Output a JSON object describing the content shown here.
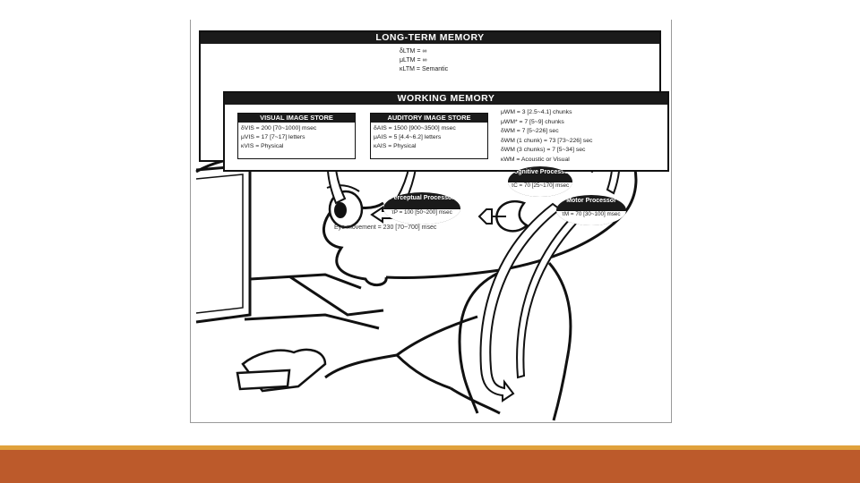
{
  "ltm": {
    "title": "LONG-TERM MEMORY",
    "params": [
      "δLTM = ∞",
      "μLTM = ∞",
      "κLTM = Semantic"
    ]
  },
  "wm": {
    "title": "WORKING MEMORY",
    "visual_store": {
      "title": "VISUAL IMAGE STORE",
      "lines": [
        "δVIS = 200 [70~1000] msec",
        "μVIS = 17 [7~17] letters",
        "κVIS = Physical"
      ]
    },
    "auditory_store": {
      "title": "AUDITORY IMAGE STORE",
      "lines": [
        "δAIS = 1500 [900~3500] msec",
        "μAIS = 5 [4.4~6.2] letters",
        "κAIS = Physical"
      ]
    },
    "params": [
      "μWM = 3 [2.5~4.1] chunks",
      "μWM* = 7 [5~9] chunks",
      "δWM = 7 [5~226] sec",
      "δWM (1 chunk) = 73 [73~226] sec",
      "δWM (3 chunks) = 7 [5~34] sec",
      "κWM = Acoustic or Visual"
    ]
  },
  "processors": {
    "perceptual": {
      "title": "Perceptual Processor",
      "lower": "τP = 100 [50~200] msec"
    },
    "cognitive": {
      "title": "Cognitive Processor",
      "lower": "τC = 70 [25~170] msec"
    },
    "motor": {
      "title": "Motor Processor",
      "lower": "τM = 70 [30~100] msec"
    }
  },
  "eye_movement": "Eye movement = 230 [70~700] msec",
  "colors": {
    "footer": "#bc5a2b",
    "footer_stripe": "#e0a13c",
    "ink": "#111111"
  }
}
